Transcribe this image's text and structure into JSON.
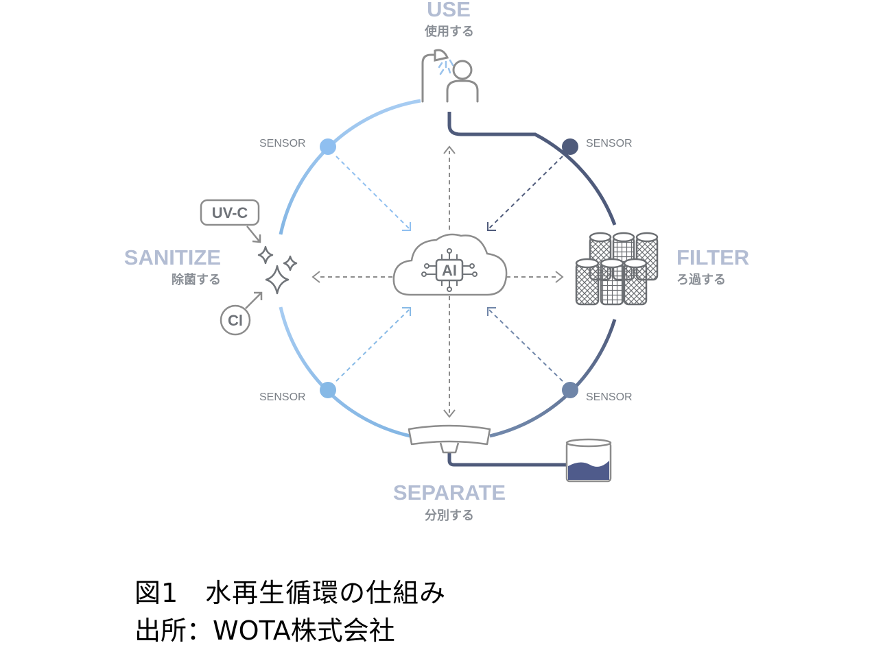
{
  "stages": {
    "use": {
      "en": "USE",
      "jp": "使用する"
    },
    "filter": {
      "en": "FILTER",
      "jp": "ろ過する"
    },
    "separate": {
      "en": "SEPARATE",
      "jp": "分別する"
    },
    "sanitize": {
      "en": "SANITIZE",
      "jp": "除菌する"
    }
  },
  "sensors": [
    "SENSOR",
    "SENSOR",
    "SENSOR",
    "SENSOR"
  ],
  "center": {
    "label": "AI"
  },
  "tags": {
    "uvc": "UV-C",
    "cl": "Cl"
  },
  "colors": {
    "light_blue": "#9bc3ec",
    "dark_navy": "#4f5b7b",
    "mid_blue": "#6f85a8",
    "gray": "#8c8c8c"
  },
  "caption": {
    "title": "図1　水再生循環の仕組み",
    "source": "出所：WOTA株式会社"
  }
}
